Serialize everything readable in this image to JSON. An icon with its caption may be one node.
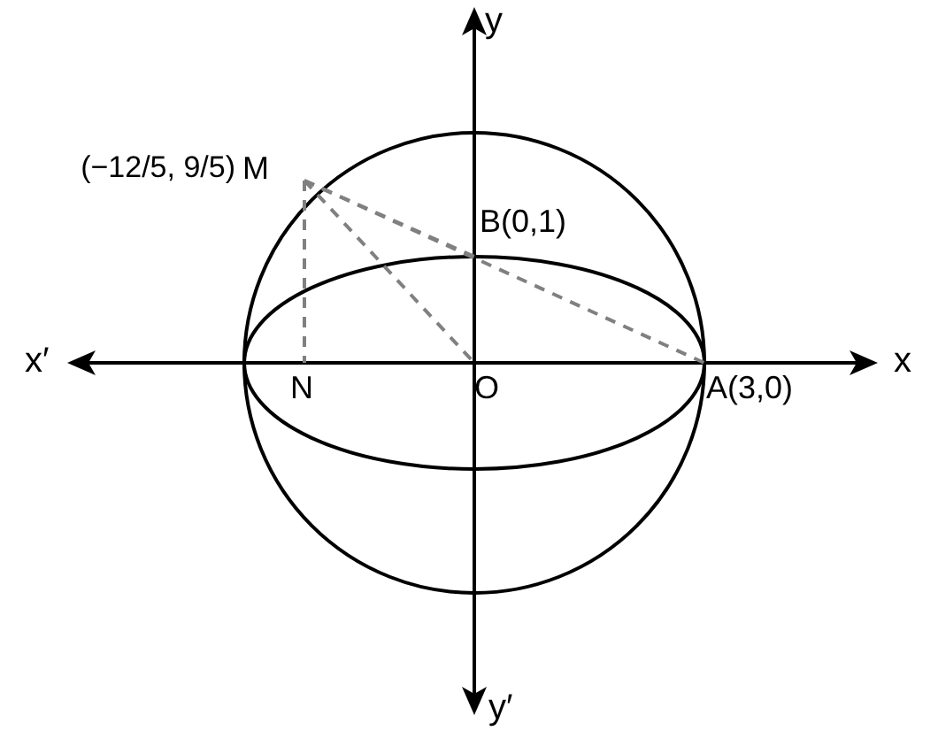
{
  "diagram": {
    "nodes": [
      {
        "text": [
          "M"
        ],
        "beside": [
          "(−12/5, 9/5)"
        ]
      },
      {
        "text": [
          "B(0,1)"
        ]
      },
      {
        "text": [
          "N"
        ]
      },
      {
        "text": [
          "O"
        ]
      },
      {
        "text": [
          "A(3,0)"
        ]
      }
    ],
    "edges": [
      {
        "from": 0,
        "to": 2,
        "arrow": "none",
        "style": "dashed",
        "color": "#808080"
      },
      {
        "from": 0,
        "to": 3,
        "arrow": "none",
        "style": "dashed",
        "color": "#808080"
      },
      {
        "from": 0,
        "to": 1,
        "arrow": "none",
        "style": "dashed",
        "color": "#808080"
      },
      {
        "from": 0,
        "to": 4,
        "arrow": "none",
        "style": "dashed",
        "color": "#808080"
      }
    ],
    "labels": [
      "y",
      "x′",
      "x",
      "y′"
    ]
  }
}
